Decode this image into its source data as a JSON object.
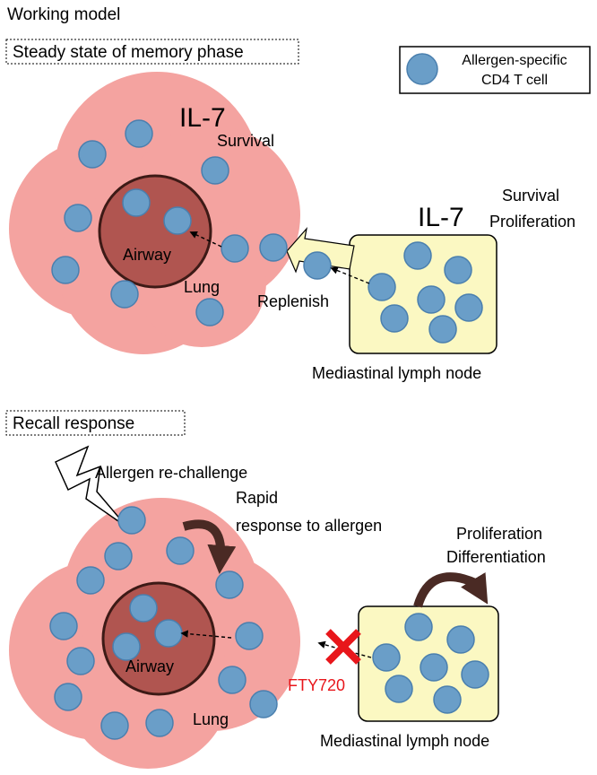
{
  "title": "Working model",
  "top_panel": {
    "heading": "Steady state of memory phase",
    "legend_label_line1": "Allergen-specific",
    "legend_label_line2": "CD4 T cell",
    "lung_cytokine": "IL-7",
    "lung_function": "Survival",
    "airway_label": "Airway",
    "lung_label": "Lung",
    "node_cytokine": "IL-7",
    "node_function_line1": "Survival",
    "node_function_line2": "Proliferation",
    "arrow_label": "Replenish",
    "node_label": "Mediastinal lymph node"
  },
  "bottom_panel": {
    "heading": "Recall response",
    "trigger_label": "Allergen re-challenge",
    "response_line1": "Rapid",
    "response_line2": "response to allergen",
    "node_function_line1": "Proliferation",
    "node_function_line2": "Differentiation",
    "airway_label": "Airway",
    "lung_label": "Lung",
    "drug_label": "FTY720",
    "node_label": "Mediastinal lymph node"
  },
  "colors": {
    "lung": "#f4a3a0",
    "airway": "#b05550",
    "airway_border": "#3d1a16",
    "node": "#fbf8c2",
    "cell": "#6a9ec8",
    "cell_border": "#4a7fae",
    "curved_arrow": "#4a2a24",
    "block_x": "#e8161b",
    "drug_text": "#e8161b"
  },
  "icons": {
    "trigger": "lightning-bolt-icon",
    "block": "red-x-icon"
  }
}
